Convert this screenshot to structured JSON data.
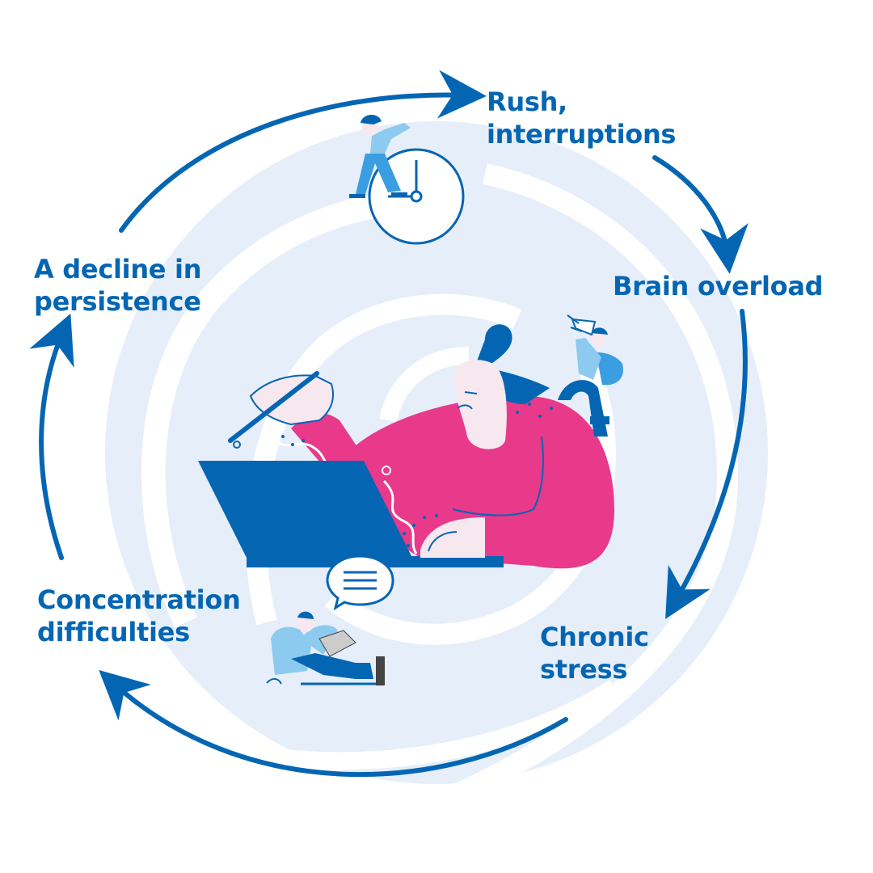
{
  "colors": {
    "primary_blue": "#0466b3",
    "swirl_light": "#e6eef9",
    "magenta": "#e8398b",
    "light_blue": "#8dcaf0",
    "pale_pink": "#f7e8f0",
    "white": "#ffffff"
  },
  "cycle": {
    "steps": [
      {
        "id": "rush",
        "lines": [
          "Rush,",
          "interruptions"
        ]
      },
      {
        "id": "brain",
        "lines": [
          "Brain overload"
        ]
      },
      {
        "id": "stress",
        "lines": [
          "Chronic",
          "stress"
        ]
      },
      {
        "id": "concentration",
        "lines": [
          "Concentration",
          "difficulties"
        ]
      },
      {
        "id": "persistence",
        "lines": [
          "A decline in",
          "persistence"
        ]
      }
    ]
  },
  "icons": [
    "clock-icon",
    "speech-bubble-icon",
    "megaphone-icon",
    "pen-icon",
    "laptop-icon"
  ]
}
